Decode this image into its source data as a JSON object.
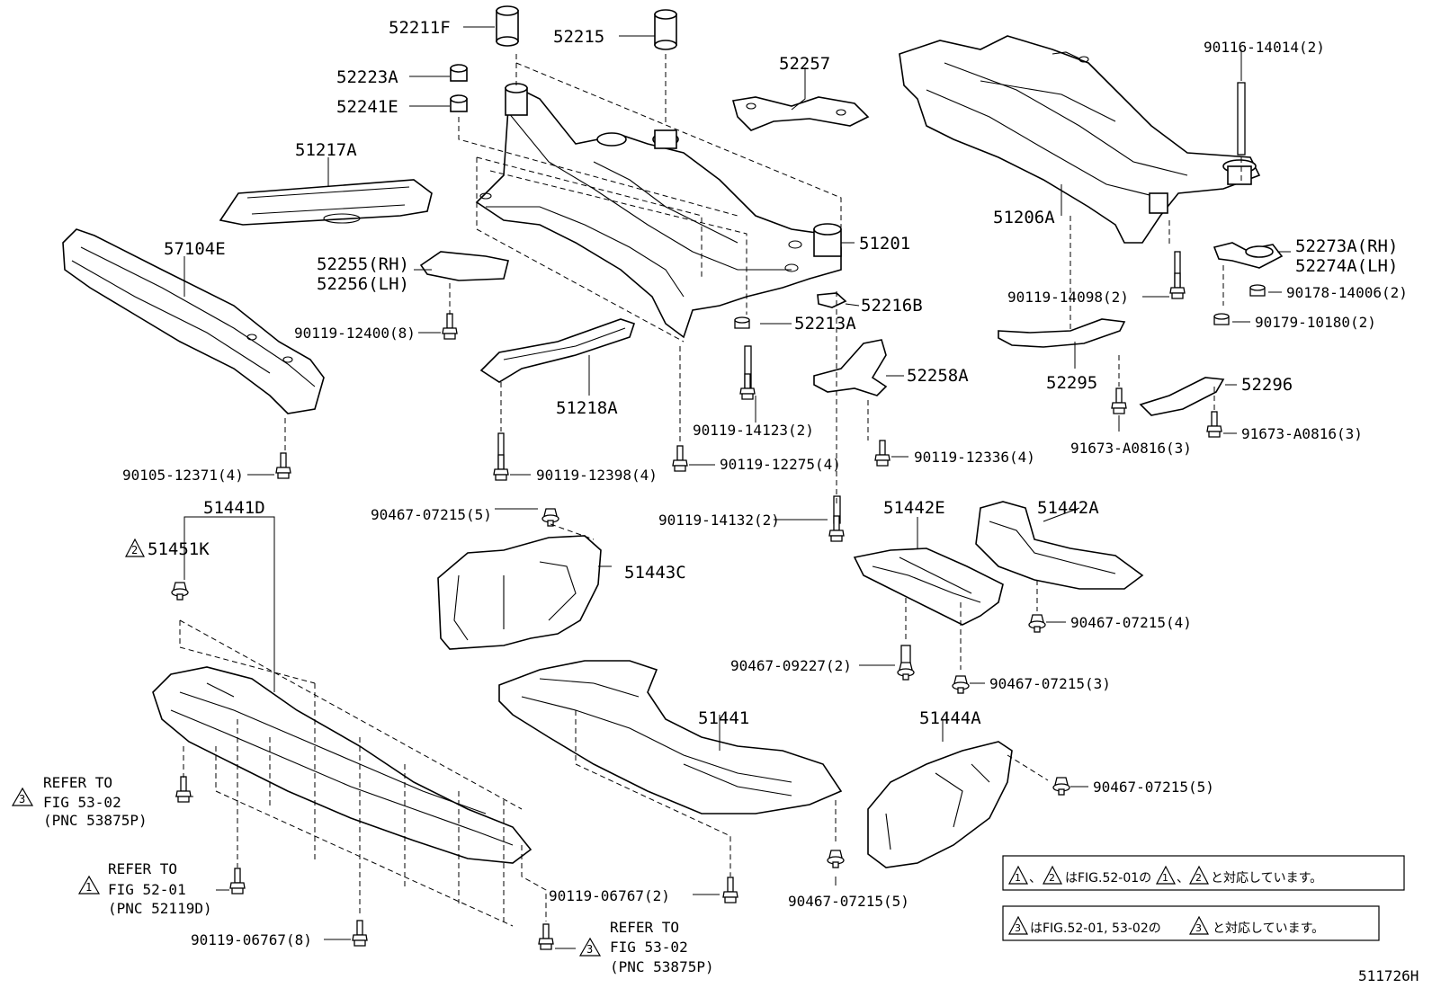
{
  "labels": {
    "p52211F": "52211F",
    "p52215": "52215",
    "p52223A": "52223A",
    "p52241E": "52241E",
    "p52257": "52257",
    "p51217A": "51217A",
    "p57104E": "57104E",
    "p52255": "52255(RH)",
    "p52256": "52256(LH)",
    "p90119_12400": "90119-12400(8)",
    "p51201": "51201",
    "p52216B": "52216B",
    "p52213A": "52213A",
    "p51218A": "51218A",
    "p90119_14123": "90119-14123(2)",
    "p52258A": "52258A",
    "p90105_12371": "90105-12371(4)",
    "p90119_12398": "90119-12398(4)",
    "p90119_12275": "90119-12275(4)",
    "p90119_12336": "90119-12336(4)",
    "p90116_14014": "90116-14014(2)",
    "p51206A": "51206A",
    "p52273A": "52273A(RH)",
    "p52274A": "52274A(LH)",
    "p90119_14098": "90119-14098(2)",
    "p90178_14006": "90178-14006(2)",
    "p90179_10180": "90179-10180(2)",
    "p52295": "52295",
    "p52296": "52296",
    "p91673_a": "91673-A0816(3)",
    "p91673_b": "91673-A0816(3)",
    "p51441D": "51441D",
    "p51451K": "51451K",
    "p90467_07215_5a": "90467-07215(5)",
    "p51443C": "51443C",
    "p90119_14132": "90119-14132(2)",
    "p51442E": "51442E",
    "p51442A": "51442A",
    "p90467_07215_4": "90467-07215(4)",
    "p90467_09227": "90467-09227(2)",
    "p90467_07215_3": "90467-07215(3)",
    "p51441": "51441",
    "p51444A": "51444A",
    "p90467_07215_5b": "90467-07215(5)",
    "p90467_07215_5c": "90467-07215(5)",
    "p90119_06767_2": "90119-06767(2)",
    "p90119_06767_8": "90119-06767(8)"
  },
  "refs": {
    "r1": {
      "num": "3",
      "l1": "REFER TO",
      "l2": "FIG 53-02",
      "l3": "(PNC 53875P)"
    },
    "r2": {
      "num": "1",
      "l1": "REFER TO",
      "l2": "FIG 52-01",
      "l3": "(PNC 52119D)"
    },
    "r3": {
      "num": "3",
      "l1": "REFER TO",
      "l2": "FIG 53-02",
      "l3": "(PNC 53875P)"
    }
  },
  "tri51451K": "2",
  "notes": {
    "n1": {
      "t1": "1",
      "sep": "、",
      "t2": "2",
      "mid": "はFIG.52-01の",
      "t3": "1",
      "sep2": "、",
      "t4": "2",
      "end": "と対応しています。"
    },
    "n2": {
      "t1": "3",
      "mid": "はFIG.52-01, 53-02の",
      "t2": "3",
      "end": "と対応しています。"
    }
  },
  "diagram_id": "511726H"
}
